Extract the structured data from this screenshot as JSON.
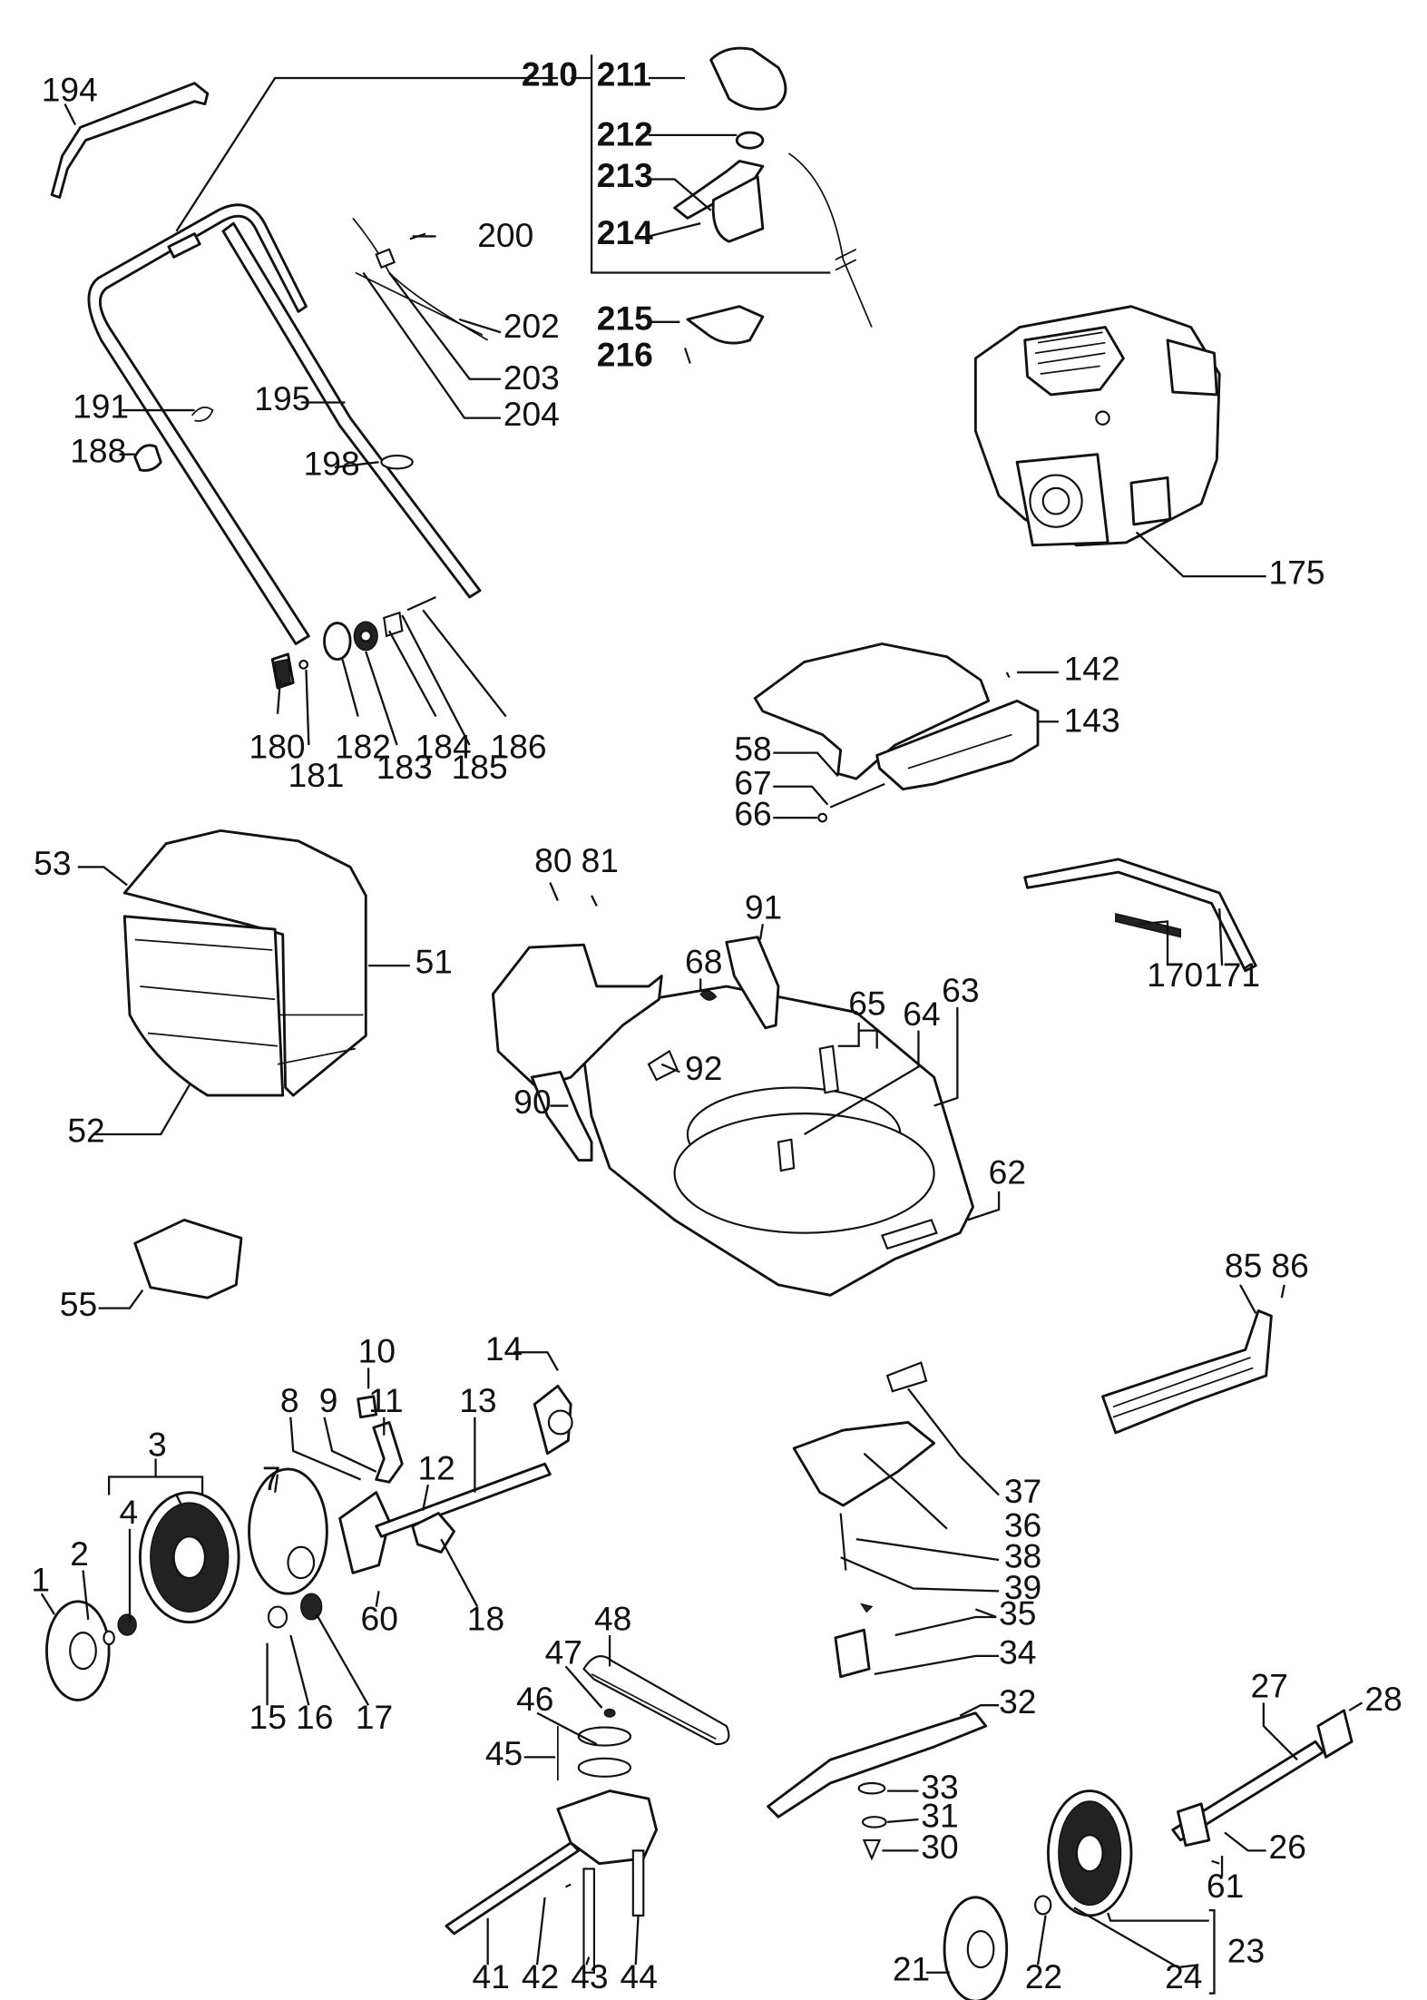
{
  "labels": {
    "l194": "194",
    "l210": "210",
    "l211": "211",
    "l212": "212",
    "l213": "213",
    "l214": "214",
    "l215": "215",
    "l216": "216",
    "l200": "200",
    "l202": "202",
    "l203": "203",
    "l204": "204",
    "l191": "191",
    "l195": "195",
    "l188": "188",
    "l198": "198",
    "l175": "175",
    "l180": "180",
    "l181": "181",
    "l182": "182",
    "l183": "183",
    "l184": "184",
    "l185": "185",
    "l186": "186",
    "l142": "142",
    "l143": "143",
    "l58": "58",
    "l67": "67",
    "l66": "66",
    "l53": "53",
    "l51": "51",
    "l52": "52",
    "l80": "80",
    "l81": "81",
    "l91": "91",
    "l68": "68",
    "l65": "65",
    "l63": "63",
    "l92": "92",
    "l64": "64",
    "l90": "90",
    "l62": "62",
    "l170": "170",
    "l171": "171",
    "l55": "55",
    "l85": "85",
    "l86": "86",
    "l14": "14",
    "l10": "10",
    "l8": "8",
    "l9": "9",
    "l11": "11",
    "l13": "13",
    "l3": "3",
    "l7": "7",
    "l12": "12",
    "l4": "4",
    "l37": "37",
    "l36": "36",
    "l38": "38",
    "l39": "39",
    "l2": "2",
    "l1": "1",
    "l60": "60",
    "l18": "18",
    "l15": "15",
    "l16": "16",
    "l17": "17",
    "l48": "48",
    "l47": "47",
    "l46": "46",
    "l45": "45",
    "l35": "35",
    "l34": "34",
    "l32": "32",
    "l33": "33",
    "l31": "31",
    "l30": "30",
    "l27": "27",
    "l28": "28",
    "l26": "26",
    "l61": "61",
    "l41": "41",
    "l42": "42",
    "l43": "43",
    "l44": "44",
    "l21": "21",
    "l22": "22",
    "l24": "24",
    "l23": "23"
  },
  "colors": {
    "ink": "#111111",
    "paper": "#ffffff"
  }
}
